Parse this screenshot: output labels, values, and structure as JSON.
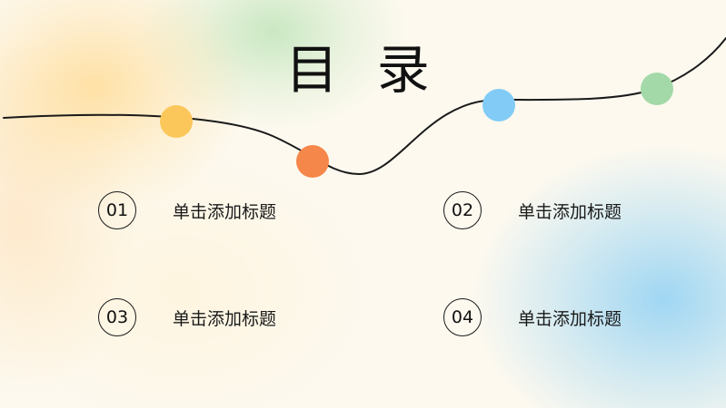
{
  "slide": {
    "title": "目 录",
    "items": [
      {
        "number": "01",
        "label": "单击添加标题"
      },
      {
        "number": "02",
        "label": "单击添加标题"
      },
      {
        "number": "03",
        "label": "单击添加标题"
      },
      {
        "number": "04",
        "label": "单击添加标题"
      }
    ]
  },
  "colors": {
    "dot_yellow": "#fbc75a",
    "dot_orange": "#f5874a",
    "dot_blue": "#81cbf6",
    "dot_green": "#a3d9a8",
    "curve": "#1a1a1a"
  }
}
